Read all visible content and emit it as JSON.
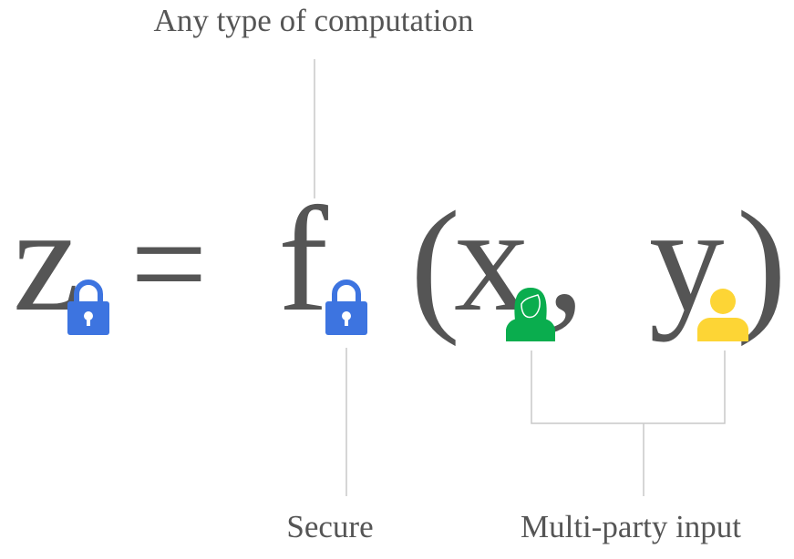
{
  "equation": {
    "output": "z",
    "equals": "=",
    "function": "f",
    "open_paren": "(",
    "input_x": "x",
    "comma": ",",
    "input_y": "y",
    "close_paren": ")"
  },
  "labels": {
    "top": "Any type of computation",
    "secure": "Secure",
    "inputs": "Multi-party input"
  },
  "icons": {
    "lock_color": "#3d74e0",
    "person_x_color": "#0aad4e",
    "person_y_color": "#fdd535"
  }
}
